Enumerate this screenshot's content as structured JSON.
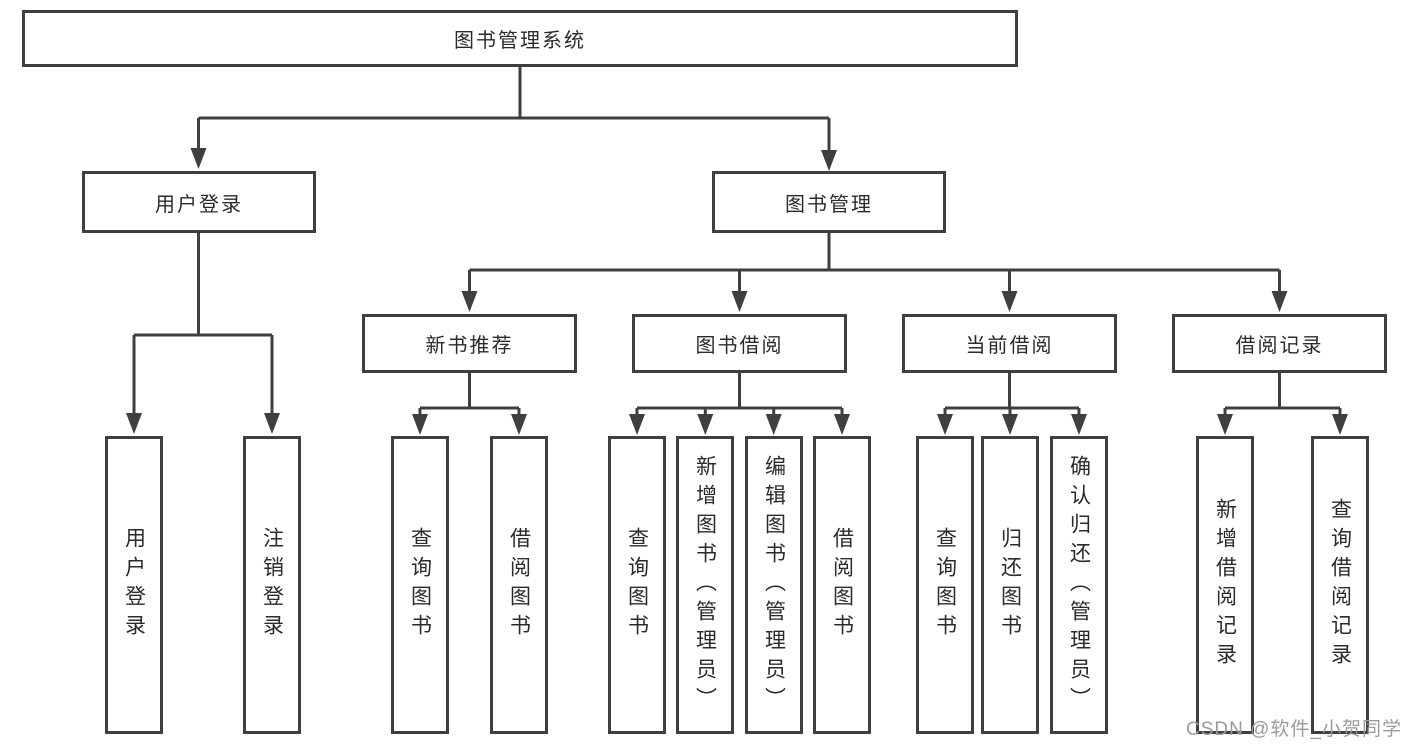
{
  "diagram": {
    "root": "图书管理系统",
    "branches": [
      {
        "label": "用户登录",
        "children": [
          "用户登录",
          "注销登录"
        ]
      },
      {
        "label": "图书管理",
        "children": [
          {
            "label": "新书推荐",
            "children": [
              "查询图书",
              "借阅图书"
            ]
          },
          {
            "label": "图书借阅",
            "children": [
              "查询图书",
              "新增图书（管理员）",
              "编辑图书（管理员）",
              "借阅图书"
            ]
          },
          {
            "label": "当前借阅",
            "children": [
              "查询图书",
              "归还图书",
              "确认归还（管理员）"
            ]
          },
          {
            "label": "借阅记录",
            "children": [
              "新增借阅记录",
              "查询借阅记录"
            ]
          }
        ]
      }
    ]
  },
  "watermark": "CSDN @软件_小贺同学",
  "colors": {
    "line": "#3f3f3f",
    "text": "#2b2b2b",
    "box_bg": "#ffffff",
    "watermark": "#9b9b9b"
  }
}
